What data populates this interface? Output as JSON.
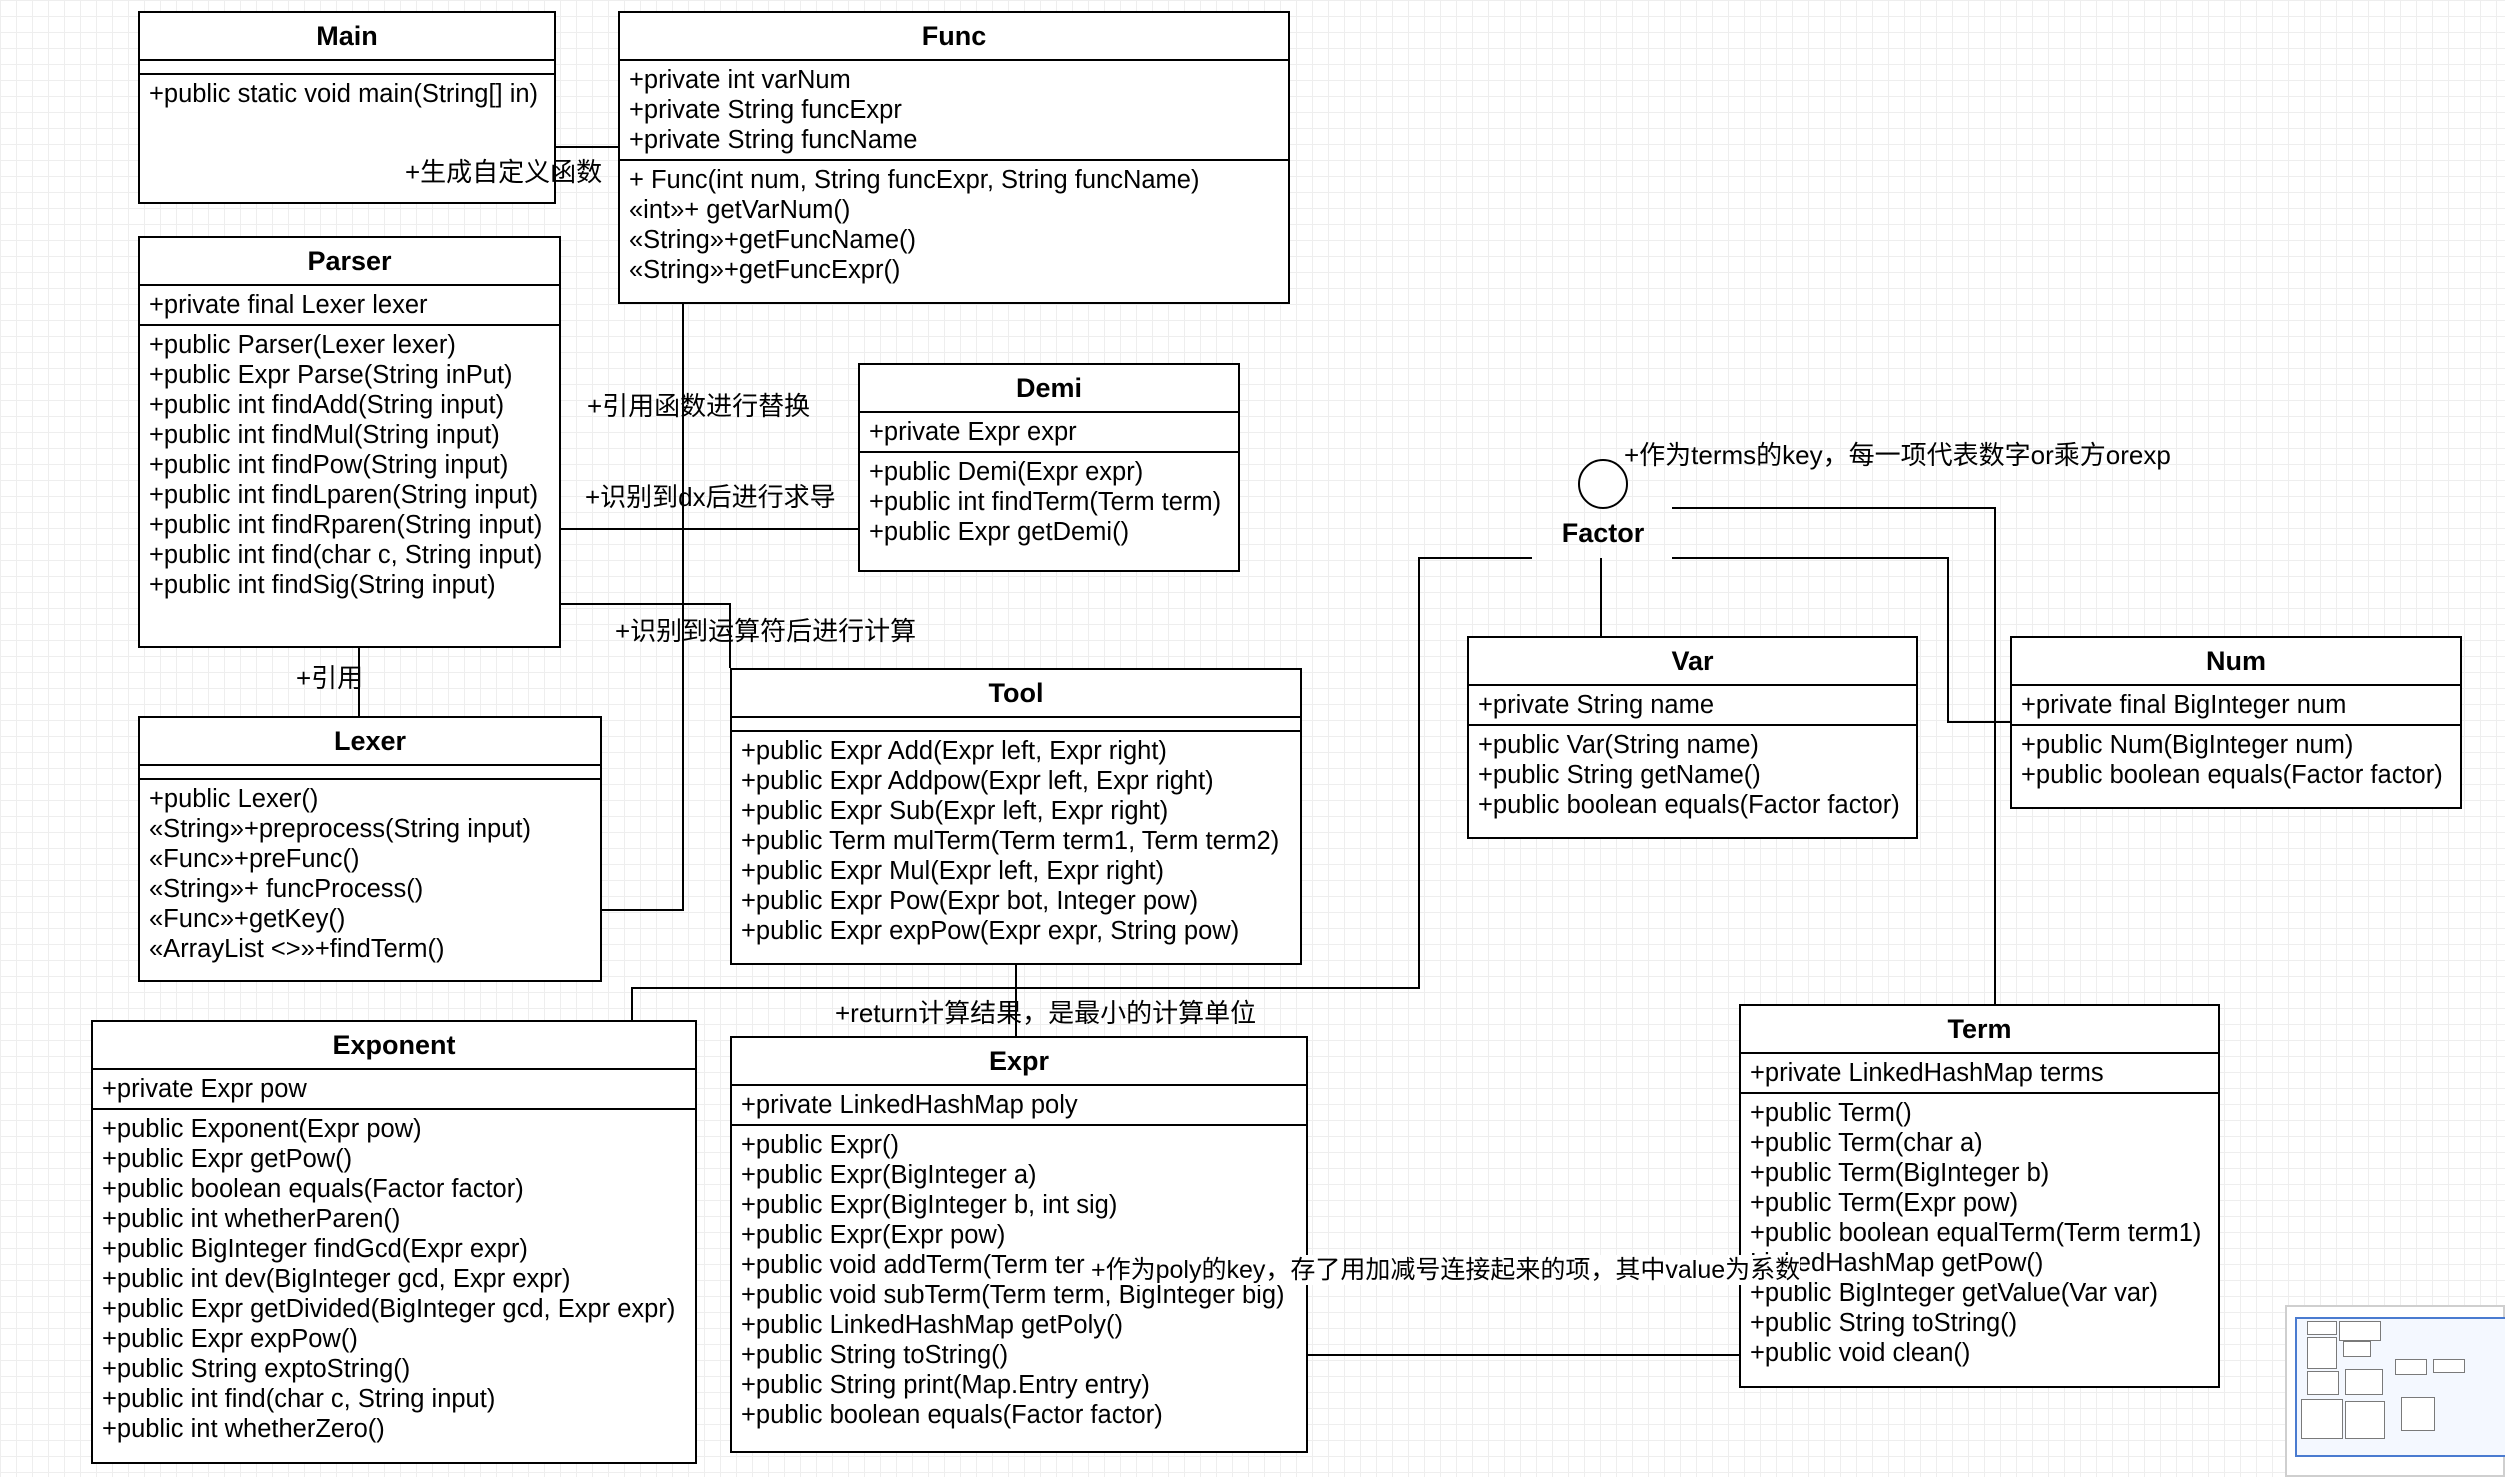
{
  "classes": {
    "main": {
      "name": "Main",
      "attributes": [],
      "methods": [
        "+public static void main(String[] in)"
      ]
    },
    "func": {
      "name": "Func",
      "attributes": [
        "+private int varNum",
        "+private String funcExpr",
        "+private String funcName"
      ],
      "methods": [
        "+ Func(int num, String funcExpr, String funcName)",
        "«int»+ getVarNum()",
        "«String»+getFuncName()",
        "«String»+getFuncExpr()"
      ]
    },
    "parser": {
      "name": "Parser",
      "attributes": [
        "+private final Lexer lexer"
      ],
      "methods": [
        "+public Parser(Lexer lexer)",
        "+public Expr Parse(String inPut)",
        "+public int findAdd(String input)",
        "+public int findMul(String input)",
        "+public int findPow(String input)",
        "+public int findLparen(String input)",
        "+public int findRparen(String input)",
        "+public int find(char c, String input)",
        "+public int findSig(String input)"
      ]
    },
    "demi": {
      "name": "Demi",
      "attributes": [
        "+private Expr expr"
      ],
      "methods": [
        "+public Demi(Expr expr)",
        "+public int findTerm(Term term)",
        "+public Expr getDemi()"
      ]
    },
    "lexer": {
      "name": "Lexer",
      "attributes": [],
      "methods": [
        "+public Lexer()",
        "«String»+preprocess(String input)",
        "«Func»+preFunc()",
        "«String»+ funcProcess()",
        "«Func»+getKey()",
        "«ArrayList <>»+findTerm()"
      ]
    },
    "tool": {
      "name": "Tool",
      "attributes": [],
      "methods": [
        "+public Expr Add(Expr left, Expr right)",
        "+public Expr Addpow(Expr left, Expr right)",
        "+public Expr Sub(Expr left, Expr right)",
        "+public Term mulTerm(Term term1, Term term2)",
        "+public Expr Mul(Expr left, Expr right)",
        "+public Expr Pow(Expr bot, Integer pow)",
        "+public Expr expPow(Expr expr, String pow)"
      ]
    },
    "var": {
      "name": "Var",
      "attributes": [
        "+private String name"
      ],
      "methods": [
        "+public Var(String name)",
        "+public String getName()",
        "+public boolean equals(Factor factor)"
      ]
    },
    "num": {
      "name": "Num",
      "attributes": [
        "+private final BigInteger num"
      ],
      "methods": [
        "+public Num(BigInteger num)",
        "+public boolean equals(Factor factor)"
      ]
    },
    "exponent": {
      "name": "Exponent",
      "attributes": [
        "+private Expr pow"
      ],
      "methods": [
        "+public Exponent(Expr pow)",
        "+public Expr getPow()",
        "+public boolean equals(Factor factor)",
        "+public int whetherParen()",
        "+public BigInteger findGcd(Expr expr)",
        "+public int dev(BigInteger gcd, Expr expr)",
        "+public Expr getDivided(BigInteger gcd, Expr expr)",
        "+public Expr expPow()",
        "+public String exptoString()",
        "+public int find(char c, String input)",
        "+public int whetherZero()"
      ]
    },
    "expr": {
      "name": "Expr",
      "attributes": [
        "+private LinkedHashMap poly"
      ],
      "methods": [
        "+public Expr()",
        "+public Expr(BigInteger a)",
        "+public Expr(BigInteger b, int sig)",
        "+public Expr(Expr pow)",
        "+public void addTerm(Term ter",
        "+public void subTerm(Term term, BigInteger big)",
        "+public LinkedHashMap getPoly()",
        "+public String toString()",
        "+public String print(Map.Entry entry)",
        "+public boolean equals(Factor factor)"
      ]
    },
    "term": {
      "name": "Term",
      "attributes": [
        "+private LinkedHashMap terms"
      ],
      "methods": [
        "+public Term()",
        "+public Term(char a)",
        "+public Term(BigInteger b)",
        "+public Term(Expr pow)",
        "+public boolean equalTerm(Term term1)",
        "LinkedHashMap getPow()",
        "+public BigInteger getValue(Var var)",
        "+public String toString()",
        "+public void clean()"
      ]
    }
  },
  "interface": {
    "name": "Factor"
  },
  "labels": {
    "generate_func": "+生成自定义函数",
    "ref_func_replace": "+引用函数进行替换",
    "dx_derive": "+识别到dx后进行求导",
    "op_compute": "+识别到运算符后进行计算",
    "reference": "+引用",
    "return_result": "+return计算结果，是最小的计算单位",
    "terms_key": "+作为terms的key，每一项代表数字or乘方orexp",
    "poly_key": "+作为poly的key，存了用加减号连接起来的项，其中value为系数"
  }
}
